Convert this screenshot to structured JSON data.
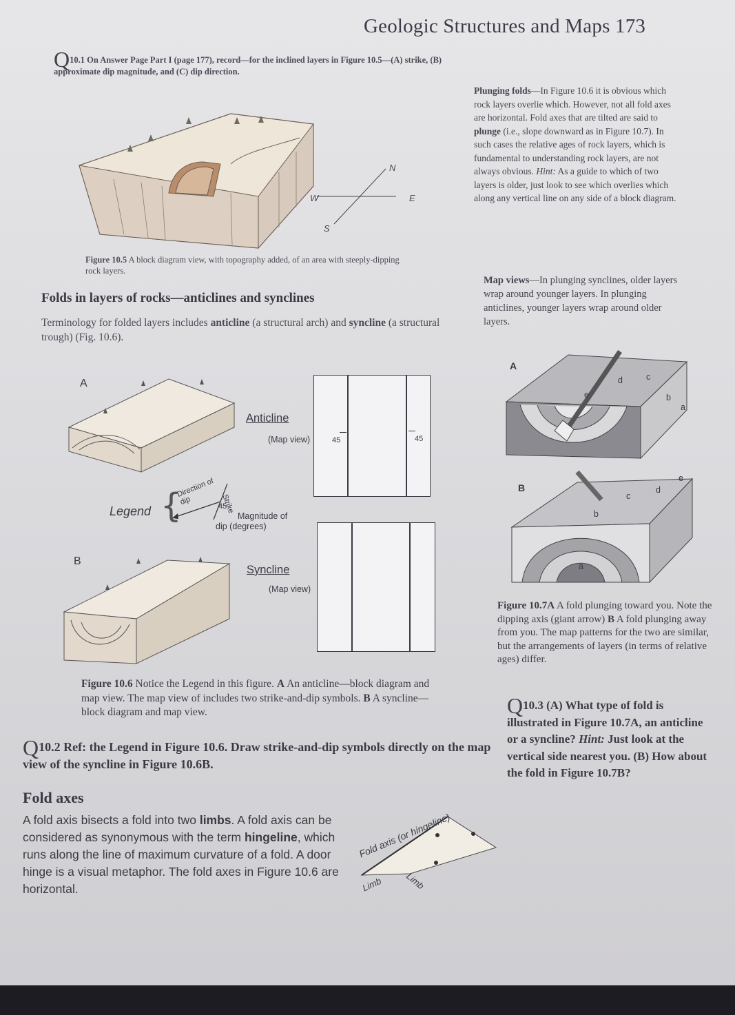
{
  "header": {
    "title": "Geologic Structures and Maps 173"
  },
  "q10_1": {
    "q": "Q",
    "text": "10.1 On Answer Page Part I (page 177), record—for the inclined layers in Figure 10.5—(A) strike, (B) approximate dip magnitude, and (C) dip direction."
  },
  "fig10_5": {
    "compass": {
      "n": "N",
      "s": "S",
      "w": "W",
      "e": "E"
    },
    "caption_label": "Figure 10.5",
    "caption": "A block diagram view, with topography added, of an area with steeply-dipping rock layers."
  },
  "plunging": {
    "label": "Plunging folds",
    "text": "—In Figure 10.6 it is obvious which rock layers overlie which. However, not all fold axes are horizontal. Fold axes that are tilted are said to",
    "bold": "plunge",
    "text2": "(i.e., slope downward as in Figure 10.7). In such cases the relative ages of rock layers, which is fundamental to understanding rock layers, are not always obvious.",
    "hint": "Hint:",
    "text3": "As a guide to which of two layers is older, just look to see which overlies which along any vertical line on any side of a block diagram."
  },
  "mapviews": {
    "label": "Map views",
    "text": "—In plunging synclines, older layers wrap around younger layers. In plunging anticlines, younger layers wrap around older layers."
  },
  "folds": {
    "title": "Folds in layers of rocks—anticlines and synclines",
    "t1": "Terminology for folded layers includes",
    "b1": "anticline",
    "t2": "(a structural arch) and",
    "b2": "syncline",
    "t3": "(a structural trough) (Fig. 10.6)."
  },
  "fig10_6": {
    "label_a": "A",
    "label_b": "B",
    "anticline": "Anticline",
    "syncline": "Syncline",
    "map_view": "(Map view)",
    "dip_left": "45",
    "dip_right": "45",
    "legend": "Legend",
    "direction_of_dip": "Direction of dip",
    "strike": "Strike",
    "legend_dip": "45",
    "magnitude": "Magnitude of dip (degrees)",
    "caption_label": "Figure 10.6",
    "caption": "Notice the Legend in this figure.",
    "cap_a": "A",
    "cap_a_text": "An anticline—block diagram and map view. The map view of includes two strike-and-dip symbols.",
    "cap_b": "B",
    "cap_b_text": "A syncline—block diagram and map view."
  },
  "fig10_7": {
    "label_a": "A",
    "label_b": "B",
    "a_layers": [
      "e",
      "d",
      "c",
      "b",
      "a"
    ],
    "b_layers": [
      "a",
      "b",
      "c",
      "d",
      "e"
    ],
    "caption_label": "Figure 10.7A",
    "caption": "A fold plunging toward you. Note the dipping axis (giant arrow)",
    "cap_b": "B",
    "cap_b_text": "A fold plunging away from you. The map patterns for the two are similar, but the arrangements of layers (in terms of relative ages) differ."
  },
  "q10_2": {
    "q": "Q",
    "text": "10.2 Ref: the Legend in Figure 10.6. Draw strike-and-dip symbols directly on the map view of the syncline in Figure 10.6B."
  },
  "fold_axes": {
    "title": "Fold axes",
    "t1": "A fold axis bisects a fold into two",
    "b1": "limbs",
    "t2": ". A fold axis can be considered as synonymous with the term",
    "b2": "hingeline",
    "t3": ", which runs along the line of maximum curvature of a fold. A door hinge is a visual metaphor. The fold axes in Figure 10.6 are horizontal."
  },
  "hinge": {
    "axis": "Fold axis (or hingeline)",
    "limb1": "Limb",
    "limb2": "Limb"
  },
  "q10_3": {
    "q": "Q",
    "text": "10.3 (A) What type of fold is illustrated in Figure 10.7A, an anticline or a syncline?",
    "hint": "Hint:",
    "text2": "Just look at the vertical side nearest you. (B) How about the fold in Figure 10.7B?"
  }
}
